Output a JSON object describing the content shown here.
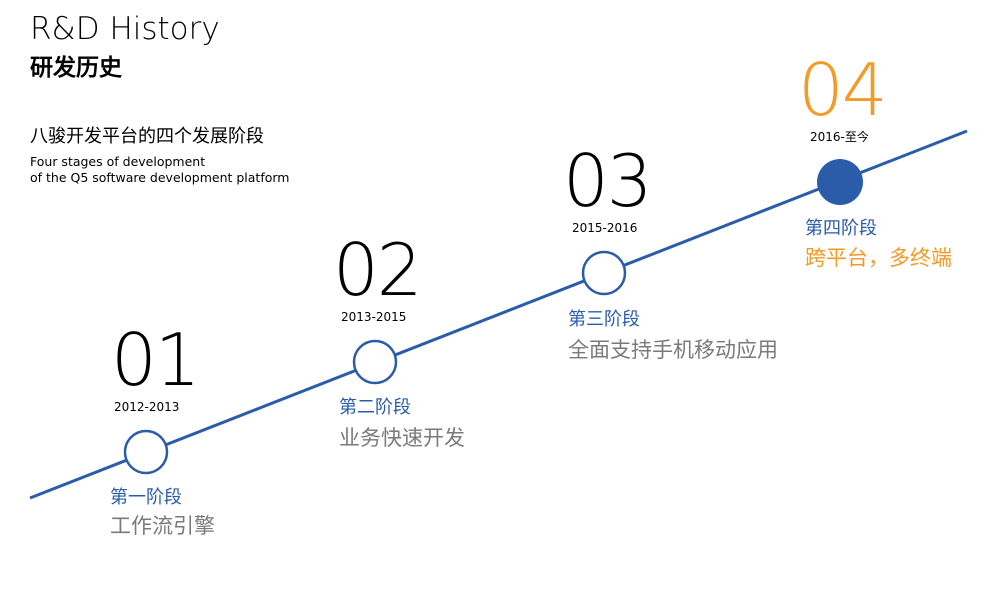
{
  "header": {
    "title_en": "R&D History",
    "title_cn": "研发历史",
    "subtitle_cn": "八骏开发平台的四个发展阶段",
    "subtitle_en_line1": "Four stages of development",
    "subtitle_en_line2": "of the Q5 software development platform"
  },
  "colors": {
    "line": "#2a5caa",
    "accent": "#f39a27",
    "muted": "#7a7a7a"
  },
  "stages": [
    {
      "num": "01",
      "years": "2012-2013",
      "stage": "第一阶段",
      "desc": "工作流引擎",
      "current": false
    },
    {
      "num": "02",
      "years": "2013-2015",
      "stage": "第二阶段",
      "desc": "业务快速开发",
      "current": false
    },
    {
      "num": "03",
      "years": "2015-2016",
      "stage": "第三阶段",
      "desc": "全面支持手机移动应用",
      "current": false
    },
    {
      "num": "04",
      "years": "2016-至今",
      "stage": "第四阶段",
      "desc": "跨平台，多终端",
      "current": true
    }
  ]
}
